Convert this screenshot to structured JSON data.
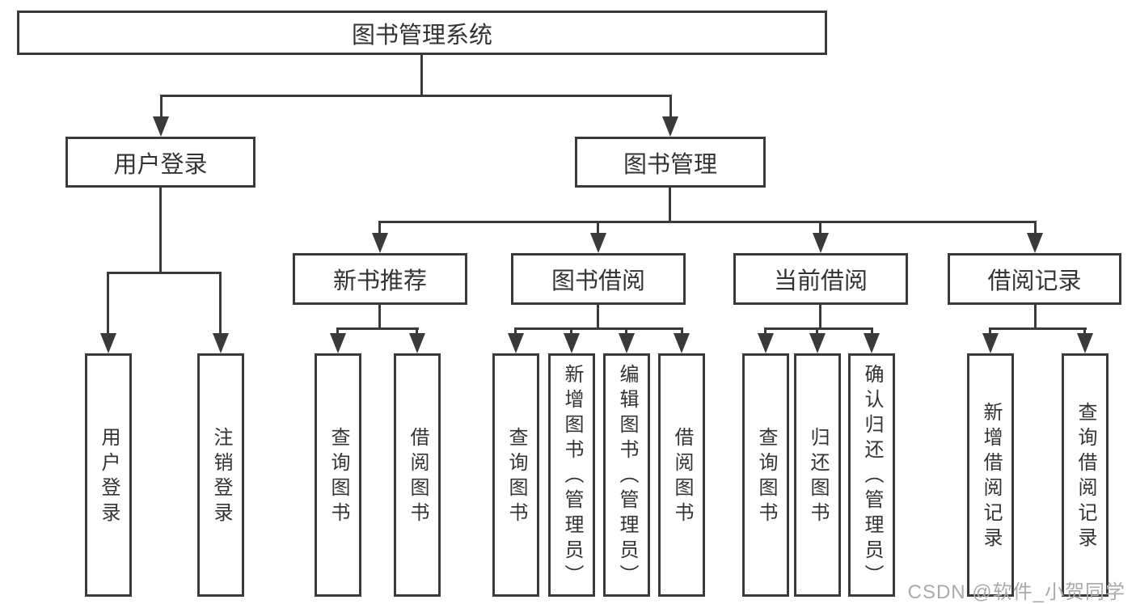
{
  "tree": {
    "label": "图书管理系统",
    "children": [
      {
        "label": "用户登录",
        "children": [
          {
            "label": "用户登录"
          },
          {
            "label": "注销登录"
          }
        ]
      },
      {
        "label": "图书管理",
        "children": [
          {
            "label": "新书推荐",
            "children": [
              {
                "label": "查询图书"
              },
              {
                "label": "借阅图书"
              }
            ]
          },
          {
            "label": "图书借阅",
            "children": [
              {
                "label": "查询图书"
              },
              {
                "label": "新增图书（管理员）"
              },
              {
                "label": "编辑图书（管理员）"
              },
              {
                "label": "借阅图书"
              }
            ]
          },
          {
            "label": "当前借阅",
            "children": [
              {
                "label": "查询图书"
              },
              {
                "label": "归还图书"
              },
              {
                "label": "确认归还（管理员）"
              }
            ]
          },
          {
            "label": "借阅记录",
            "children": [
              {
                "label": "新增借阅记录"
              },
              {
                "label": "查询借阅记录"
              }
            ]
          }
        ]
      }
    ]
  },
  "watermark": {
    "text": "CSDN @软件_小贺同学",
    "color": "#aaaaaa"
  },
  "colors": {
    "line": "#3a3a3a",
    "box_border": "#3a3a3a",
    "box_fill": "#ffffff",
    "text": "#333333",
    "background": "#ffffff"
  }
}
